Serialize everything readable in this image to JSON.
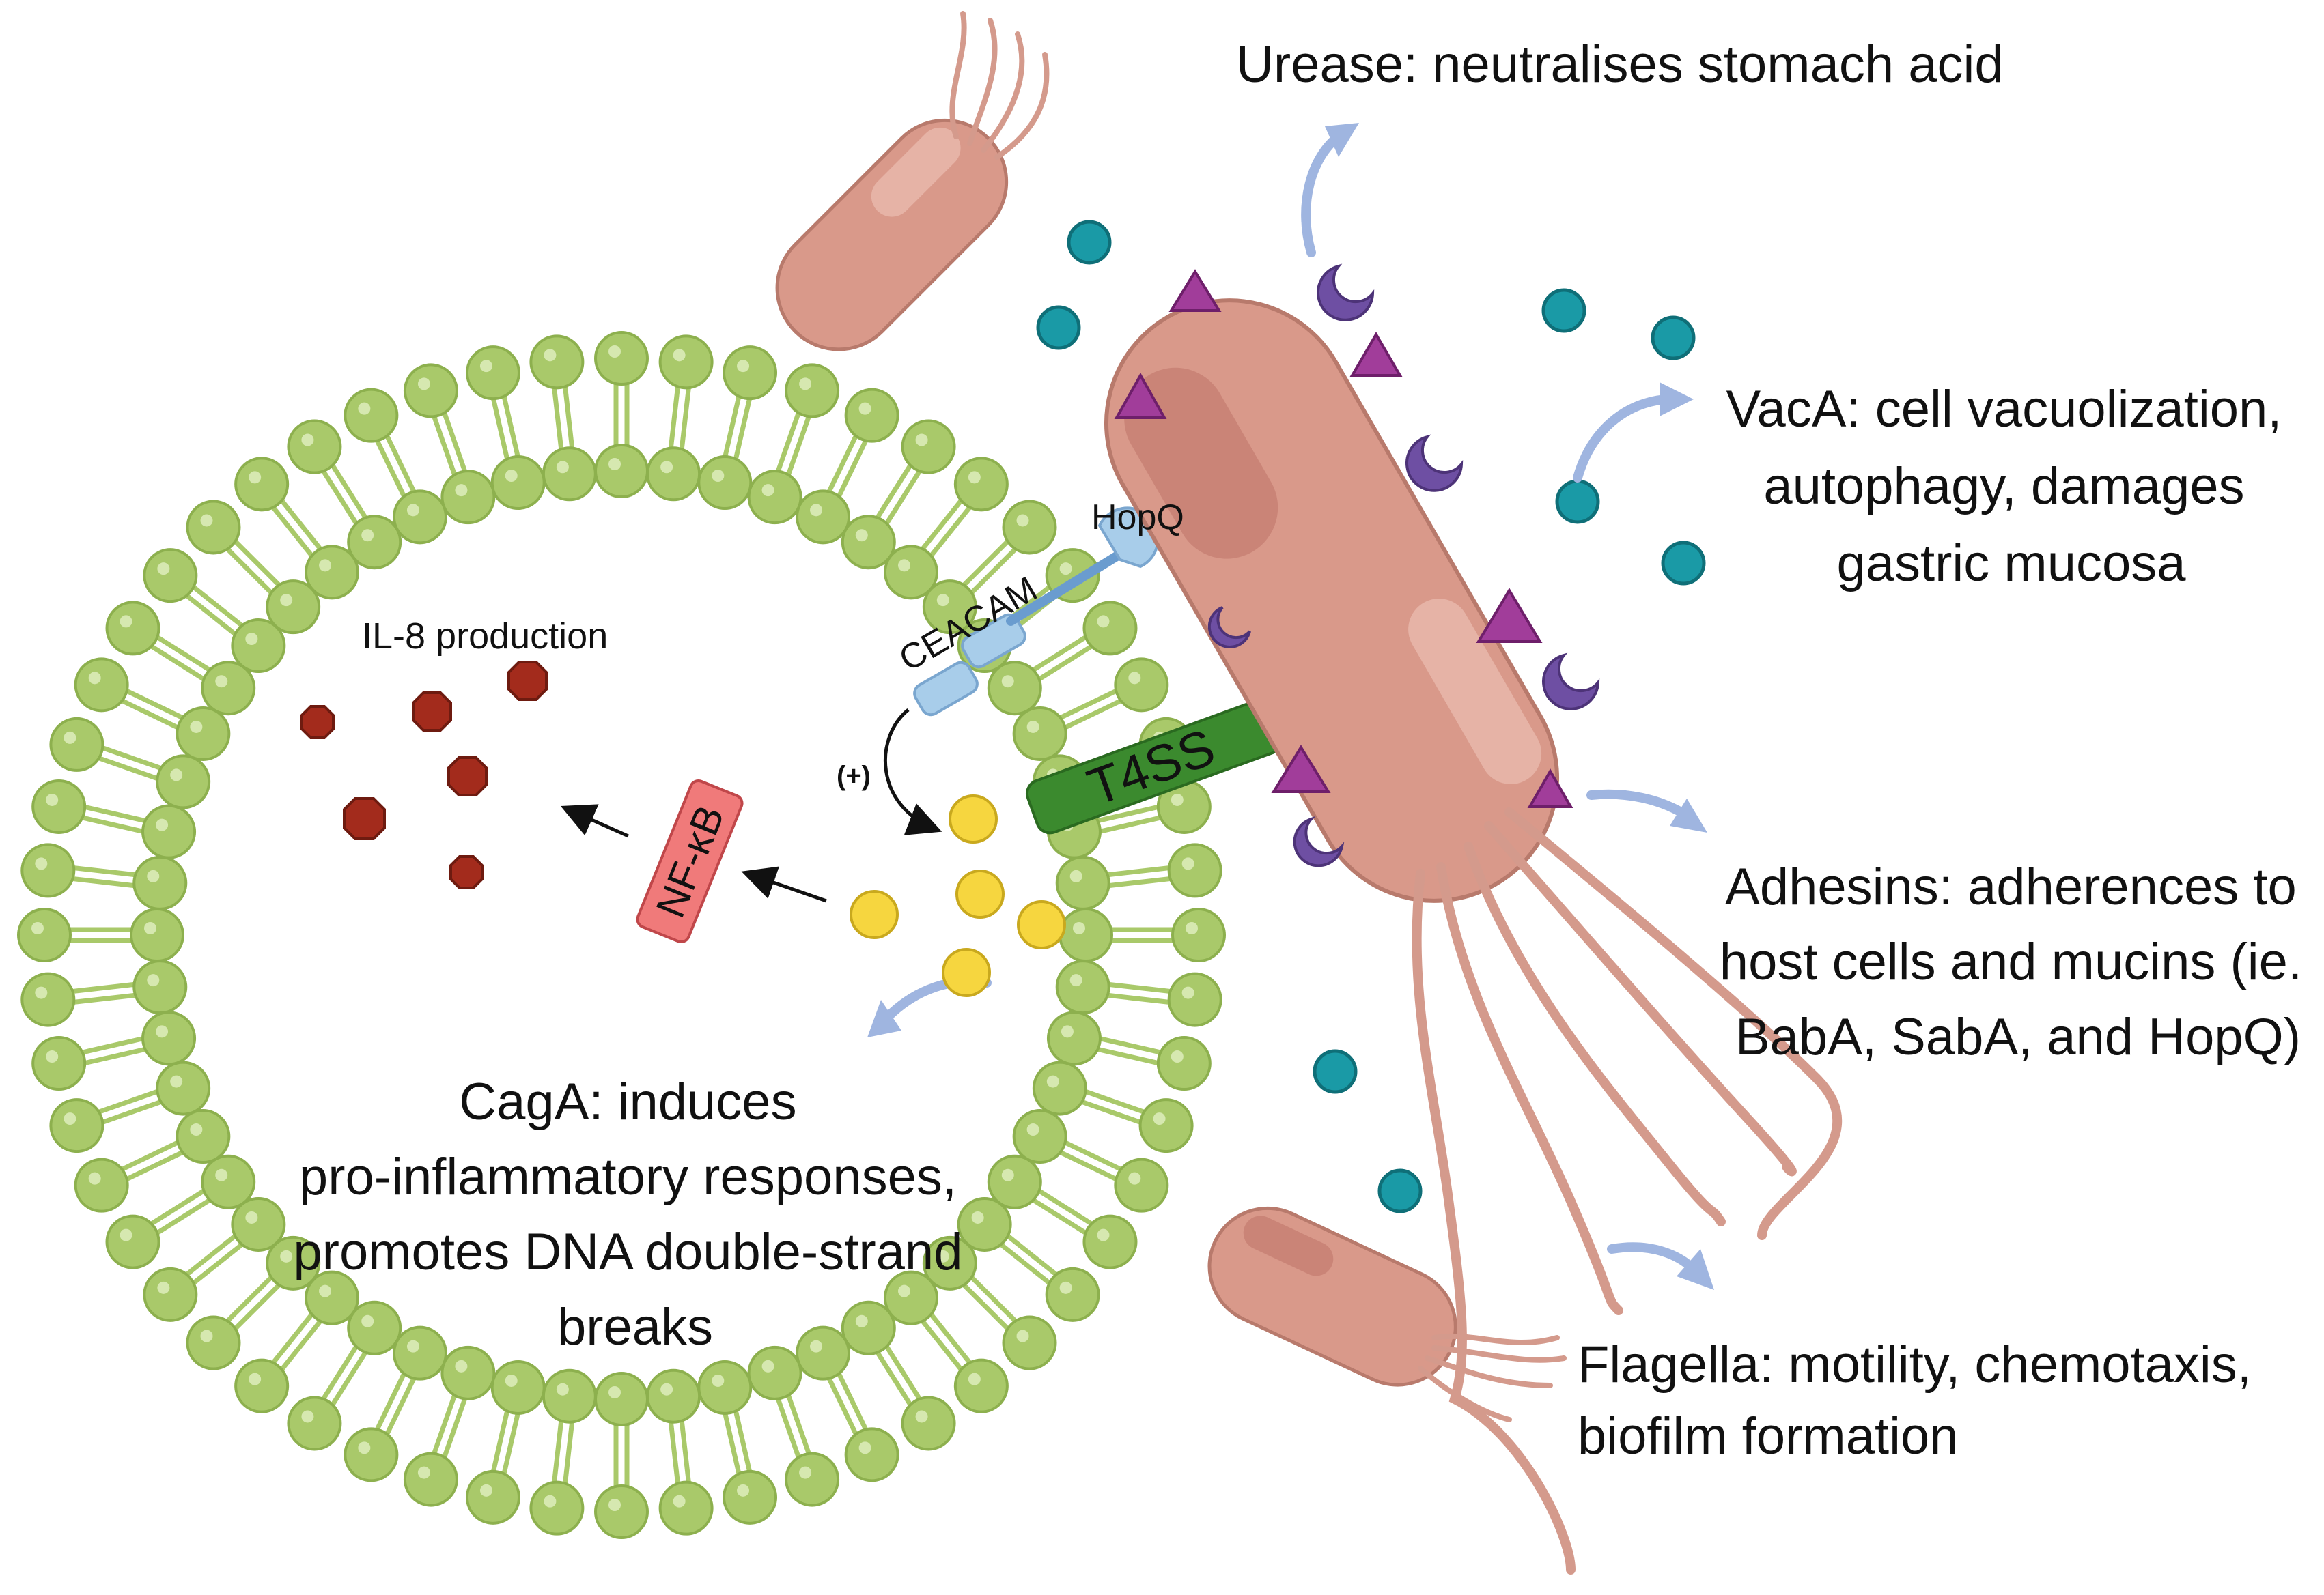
{
  "labels": {
    "urease": "Urease: neutralises stomach acid",
    "vaca": [
      "VacA: cell vacuolization,",
      "autophagy, damages",
      "gastric mucosa"
    ],
    "adhesins": [
      "Adhesins: adherences to",
      "host cells and mucins (ie.",
      "BabA, SabA, and HopQ)"
    ],
    "flagella": [
      "Flagella: motility, chemotaxis,",
      "biofilm formation"
    ],
    "caga": [
      "CagA:  induces",
      "pro-inflammatory responses,",
      "promotes DNA double-strand",
      "breaks"
    ],
    "il8": "IL-8 production",
    "nfkb": "NF-κB",
    "t4ss": "T4SS",
    "ceacam": "CEACAM",
    "hopq": "HopQ",
    "plus": "(+)"
  },
  "colors": {
    "membrane_head": "#a9c96a",
    "membrane_head_edge": "#8db04e",
    "membrane_tail": "#a9c96a",
    "bacterium": "#d9998a",
    "bacterium_dark": "#c0776a",
    "bacterium_light": "#e8b9ad",
    "flagellum": "#d49a8c",
    "teal_particle": "#1a9aa6",
    "urease_crescent": "#6e4fa3",
    "adhesin_triangle": "#a13d9a",
    "caga_particle": "#f6d63f",
    "il8_octagon": "#a32b1c",
    "nfkb_box": "#f07a7a",
    "t4ss_tube": "#3b8a2e",
    "ceacam": "#a8cdea",
    "arrow_blue": "#9fb5e0"
  },
  "icons": [
    "bacterium",
    "flagellum",
    "lipid-bilayer-membrane",
    "urease-crescent",
    "adhesin-triangle",
    "vaca-particle",
    "caga-particle",
    "il8-octagon",
    "t4ss-tube",
    "ceacam-receptor",
    "hopq-adhesin"
  ]
}
